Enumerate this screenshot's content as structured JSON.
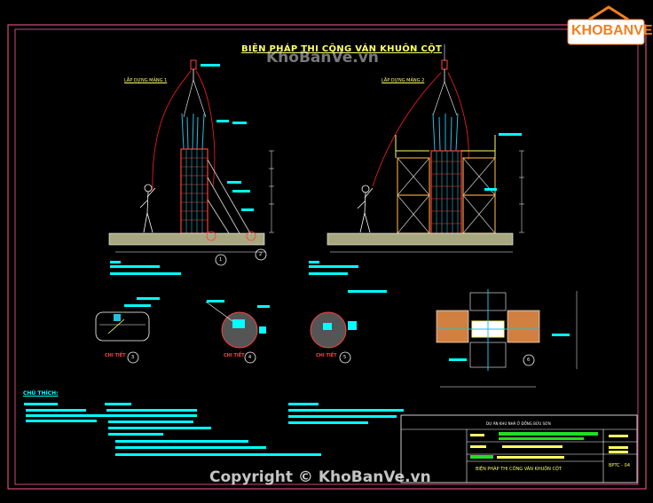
{
  "drawing": {
    "title": "BIỆN PHÁP THI CÔNG VÁN KHUÔN CỘT",
    "view_1": "LẮP DỰNG MẢNG 1",
    "view_2": "LẮP DỰNG MẢNG 2",
    "notes_heading": "CHÚ THÍCH:",
    "detail_label": "CHI TIẾT",
    "detail_markers": [
      "1",
      "2",
      "3",
      "4",
      "5",
      "6"
    ]
  },
  "title_block": {
    "project_name": "DỰ ÁN KHU NHÀ Ở ĐỒNG BỬU SƠN",
    "sheet_title": "BIỆN PHÁP THI CÔNG VÁN KHUÔN CỘT",
    "sheet_number": "BPTC - 04"
  },
  "watermarks": {
    "top": "KhoBanVe.vn",
    "bottom": "Copyright © KhoBanVe.vn",
    "logo": "KHOBANVE"
  },
  "colors": {
    "background": "#000000",
    "frame": "#ff5a9a",
    "outline": "#ffffff",
    "text": "#ffff66",
    "annotation": "#00ffff",
    "rope": "#ff2020",
    "column": "#ff4040",
    "brace": "#c0c0c0",
    "ground": "#a8a880",
    "formwork": "#e0a040",
    "rebar": "#20c0e0",
    "green_band": "#22dd22",
    "logo_orange": "#f08020"
  }
}
